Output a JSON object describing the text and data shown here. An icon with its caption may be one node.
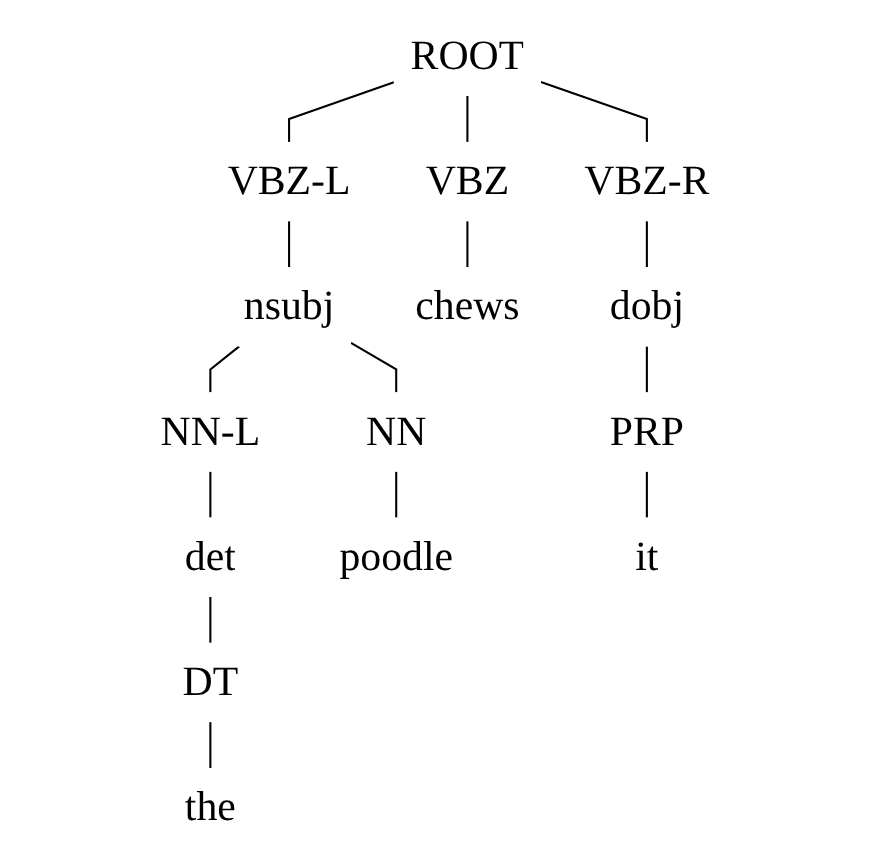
{
  "diagram": {
    "nodes": [
      {
        "text": [
          "ROOT"
        ]
      },
      {
        "text": [
          "VBZ-L"
        ]
      },
      {
        "text": [
          "VBZ"
        ]
      },
      {
        "text": [
          "VBZ-R"
        ]
      },
      {
        "text": [
          "nsubj"
        ]
      },
      {
        "text": [
          "chews"
        ]
      },
      {
        "text": [
          "dobj"
        ]
      },
      {
        "text": [
          "NN-L"
        ]
      },
      {
        "text": [
          "NN"
        ]
      },
      {
        "text": [
          "PRP"
        ]
      },
      {
        "text": [
          "det"
        ]
      },
      {
        "text": [
          "poodle"
        ]
      },
      {
        "text": [
          "it"
        ]
      },
      {
        "text": [
          "DT"
        ]
      },
      {
        "text": [
          "the"
        ]
      }
    ],
    "edges": [
      {
        "from": 0,
        "to": 1,
        "arrow": "none"
      },
      {
        "from": 0,
        "to": 2,
        "arrow": "none"
      },
      {
        "from": 0,
        "to": 3,
        "arrow": "none"
      },
      {
        "from": 1,
        "to": 4,
        "arrow": "none"
      },
      {
        "from": 2,
        "to": 5,
        "arrow": "none"
      },
      {
        "from": 3,
        "to": 6,
        "arrow": "none"
      },
      {
        "from": 4,
        "to": 7,
        "arrow": "none"
      },
      {
        "from": 4,
        "to": 8,
        "arrow": "none"
      },
      {
        "from": 6,
        "to": 9,
        "arrow": "none"
      },
      {
        "from": 7,
        "to": 10,
        "arrow": "none"
      },
      {
        "from": 8,
        "to": 11,
        "arrow": "none"
      },
      {
        "from": 9,
        "to": 12,
        "arrow": "none"
      },
      {
        "from": 10,
        "to": 13,
        "arrow": "none"
      },
      {
        "from": 13,
        "to": 14,
        "arrow": "none"
      }
    ]
  }
}
